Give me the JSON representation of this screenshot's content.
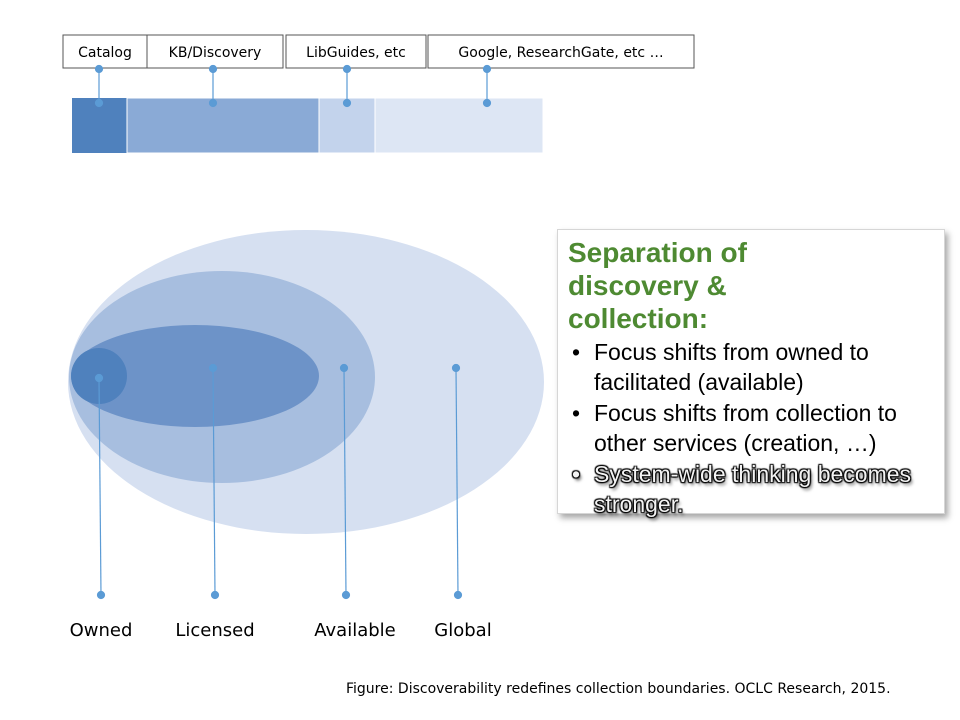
{
  "top_labels": [
    "Catalog",
    "KB/Discovery",
    "LibGuides, etc",
    "Google, ResearchGate, etc …"
  ],
  "scope_labels": [
    "Owned",
    "Licensed",
    "Available",
    "Global"
  ],
  "callout": {
    "title": "Separation of\ndiscovery &\ncollection:",
    "bullets": [
      "Focus shifts from owned to facilitated (available)",
      "Focus shifts from collection to other services (creation, …)",
      "System-wide thinking becomes stronger."
    ]
  },
  "caption": "Figure:  Discoverability redefines collection boundaries. OCLC Research, 2015.",
  "colors": {
    "segment_owned": "#4f81bd",
    "segment_licensed": "#8aaad6",
    "segment_available": "#c3d3ec",
    "segment_global": "#dde6f4",
    "title_green": "#4e8a32",
    "connector": "#5b9bd5"
  }
}
